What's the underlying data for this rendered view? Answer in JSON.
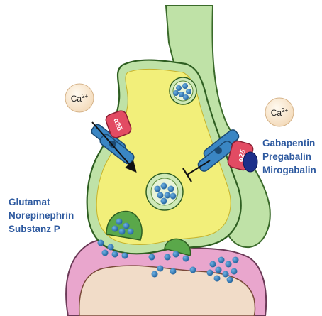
{
  "ions": {
    "left": {
      "base": "Ca",
      "sup": "2+"
    },
    "right": {
      "base": "Ca",
      "sup": "2+"
    }
  },
  "channel": {
    "left_subunit": "α2δ",
    "right_subunit": "α2δ"
  },
  "drugs": [
    "Gabapentin",
    "Pregabalin",
    "Mirogabalin"
  ],
  "neurotransmitters": [
    "Glutamat",
    "Norepinephrin",
    "Substanz P"
  ],
  "colors": {
    "label_blue": "#2e5aa0",
    "terminal_yellow": "#f2ef7a",
    "glia_green": "#bfe2a7",
    "postsynaptic_pink": "#e9a6cd",
    "postsynaptic_inner": "#f1dcc8",
    "channel_blue": "#3a86c4",
    "subunit_red": "#e24b63",
    "vesicle_blue": "#2f78b6"
  }
}
